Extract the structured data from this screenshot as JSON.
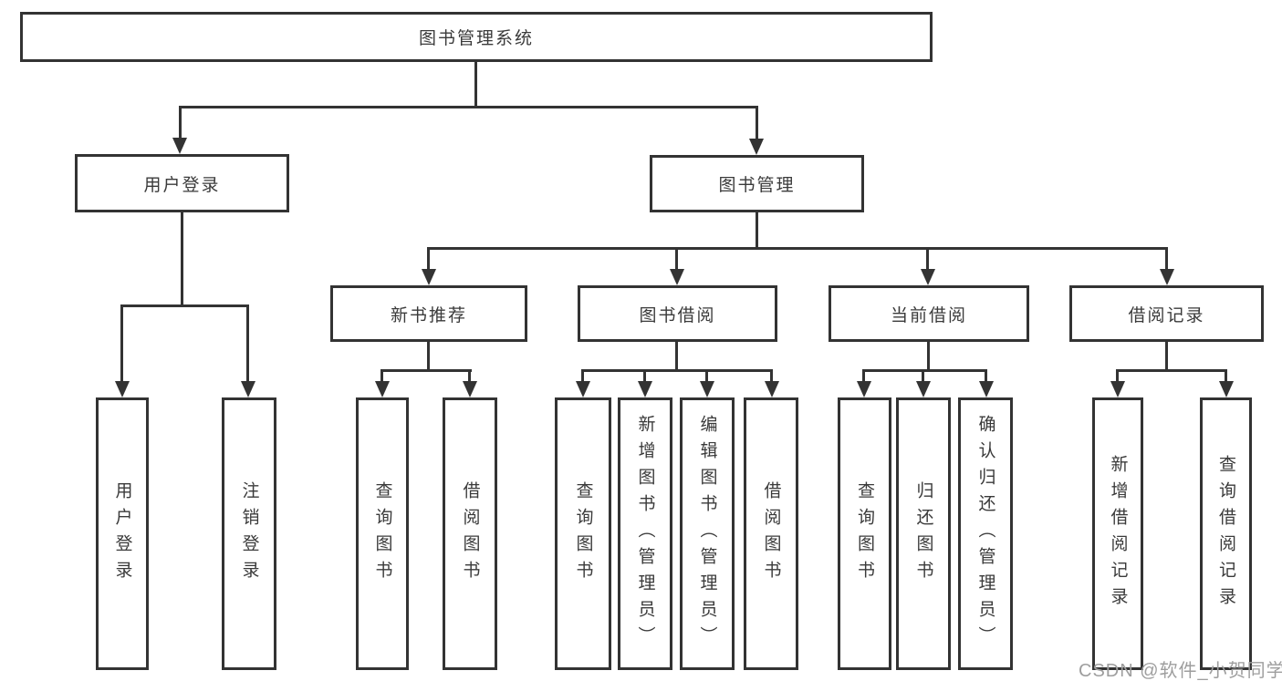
{
  "colors": {
    "line": "#333333",
    "text": "#3a3a3a",
    "background": "#ffffff",
    "watermark": "#9e9e9e"
  },
  "watermark": {
    "text": "CSDN @软件_小贺同学"
  },
  "tree": {
    "label": "图书管理系统",
    "children": [
      {
        "label": "用户登录",
        "children": [
          {
            "label": "用户登录"
          },
          {
            "label": "注销登录"
          }
        ]
      },
      {
        "label": "图书管理",
        "children": [
          {
            "label": "新书推荐",
            "children": [
              {
                "label": "查询图书"
              },
              {
                "label": "借阅图书"
              }
            ]
          },
          {
            "label": "图书借阅",
            "children": [
              {
                "label": "查询图书"
              },
              {
                "label": "新增图书（管理员）"
              },
              {
                "label": "编辑图书（管理员）"
              },
              {
                "label": "借阅图书"
              }
            ]
          },
          {
            "label": "当前借阅",
            "children": [
              {
                "label": "查询图书"
              },
              {
                "label": "归还图书"
              },
              {
                "label": "确认归还（管理员）"
              }
            ]
          },
          {
            "label": "借阅记录",
            "children": [
              {
                "label": "新增借阅记录"
              },
              {
                "label": "查询借阅记录"
              }
            ]
          }
        ]
      }
    ]
  }
}
